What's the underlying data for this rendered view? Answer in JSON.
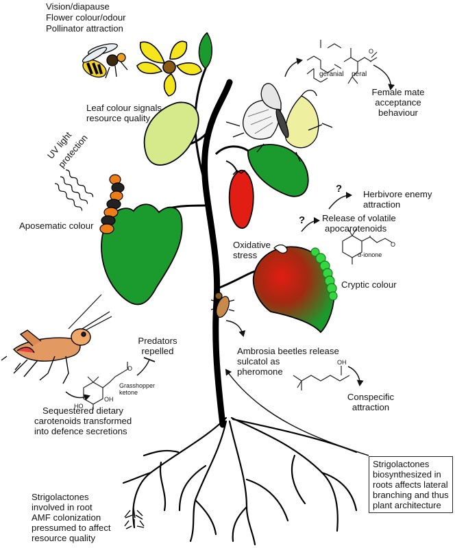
{
  "labels": {
    "top_left": [
      "Vision/diapause",
      "Flower colour/odour",
      "Pollinator attraction"
    ],
    "leaf_colour": [
      "Leaf colour signals",
      "resource quality"
    ],
    "uv": [
      "UV light",
      "protection"
    ],
    "aposematic": "Aposematic colour",
    "female_mate": [
      "Female mate",
      "acceptance",
      "behaviour"
    ],
    "herbivore_enemy": [
      "Herbivore enemy",
      "attraction"
    ],
    "release_volatile": [
      "Release of volatile",
      "apocarotenoids"
    ],
    "oxidative": [
      "Oxidative",
      "stress"
    ],
    "cryptic": "Cryptic colour",
    "predators": [
      "Predators",
      "repelled"
    ],
    "ambrosia": [
      "Ambrosia beetles release",
      "sulcatol as",
      "pheromone"
    ],
    "conspecific": [
      "Conspecific",
      "attraction"
    ],
    "sequestered": [
      "Sequestered dietary",
      "carotenoids transformed",
      "into defence secretions"
    ],
    "strigo_left": [
      "Strigolactones",
      "involved in root",
      "AMF colonization",
      "pressumed to affect",
      "resource quality"
    ],
    "strigo_box": [
      "Strigolactones",
      "biosynthesized in",
      "roots affects lateral",
      "branching and thus",
      "plant architecture"
    ],
    "question_mark": "?"
  },
  "chem": {
    "geranial": "geranial",
    "neral": "neral",
    "alpha_ionone": "α-ionone",
    "grasshopper_ketone": [
      "Grasshopper",
      "ketone"
    ],
    "oh": "OH",
    "ho": "HO",
    "o": "O"
  },
  "colors": {
    "leaf_green": "#1b9a2e",
    "leaf_pale": "#d6ea8c",
    "flower_yellow": "#f4e51c",
    "fruit_red": "#e11d14",
    "caterpillar_orange": "#ef7d17",
    "caterpillar_green": "#36d642",
    "stem_black": "#000000"
  }
}
